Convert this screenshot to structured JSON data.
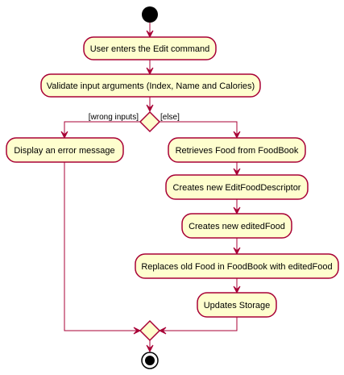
{
  "diagram": {
    "actions": {
      "enter_command": "User enters the Edit command",
      "validate": "Validate input arguments (Index, Name and Calories)",
      "display_error": "Display an error message",
      "retrieve_food": "Retrieves Food from FoodBook",
      "create_descriptor": "Creates new EditFoodDescriptor",
      "create_edited_food": "Creates new editedFood",
      "replace_food": "Replaces old Food in FoodBook with editedFood",
      "update_storage": "Updates Storage"
    },
    "guards": {
      "wrong_inputs": "[wrong inputs]",
      "else": "[else]"
    },
    "colors": {
      "node_fill": "#FEFECE",
      "border": "#A80036",
      "start": "#000000"
    }
  }
}
